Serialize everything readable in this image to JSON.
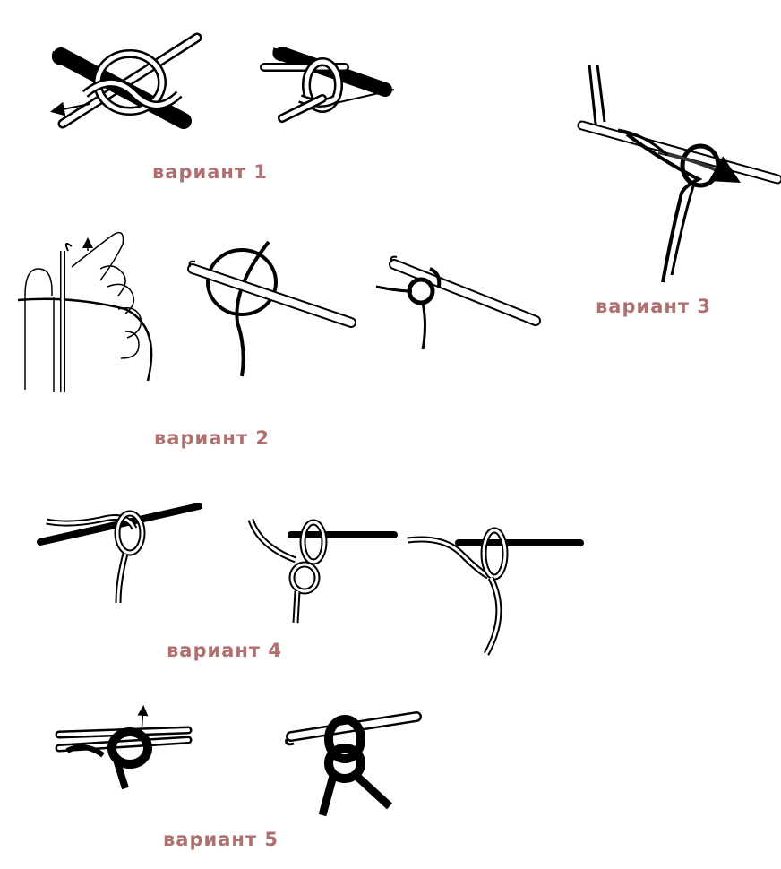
{
  "variants": [
    {
      "label": "вариант 1"
    },
    {
      "label": "вариант 2"
    },
    {
      "label": "вариант 3"
    },
    {
      "label": "вариант 4"
    },
    {
      "label": "вариант 5"
    }
  ],
  "colors": {
    "label": "#b07070",
    "ink": "#000000",
    "paper": "#ffffff",
    "accent_arrow": "#333333"
  }
}
